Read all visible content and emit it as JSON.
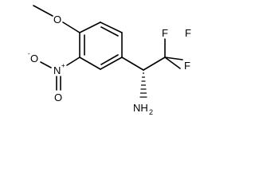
{
  "molecule": {
    "atoms": {
      "O_methoxy": "O",
      "N_nitro": "N",
      "N_charge": "+",
      "O_nitro_top": "O",
      "O_nitro_top_charge": "-",
      "O_nitro_bottom": "O",
      "F_left": "F",
      "F_right": "F",
      "F_bottom": "F",
      "amine_N": "NH",
      "amine_sub": "2"
    }
  }
}
